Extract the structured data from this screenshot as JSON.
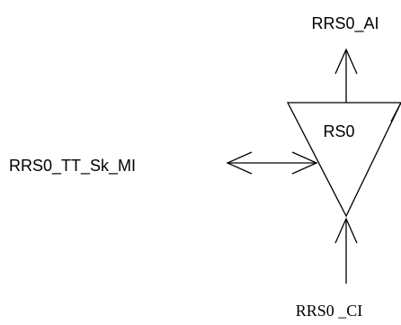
{
  "diagram": {
    "block_label": "RS0",
    "output_label": "RRS0_AI",
    "management_label": "RRS0_TT_Sk_MI",
    "input_label": "RRS0 _CI"
  },
  "colors": {
    "stroke": "#000000",
    "background": "#ffffff"
  },
  "icons": {
    "block": "inverted-triangle",
    "output_port": "arrow-up",
    "management_port": "double-headed-arrow",
    "input_port": "arrow-up"
  }
}
